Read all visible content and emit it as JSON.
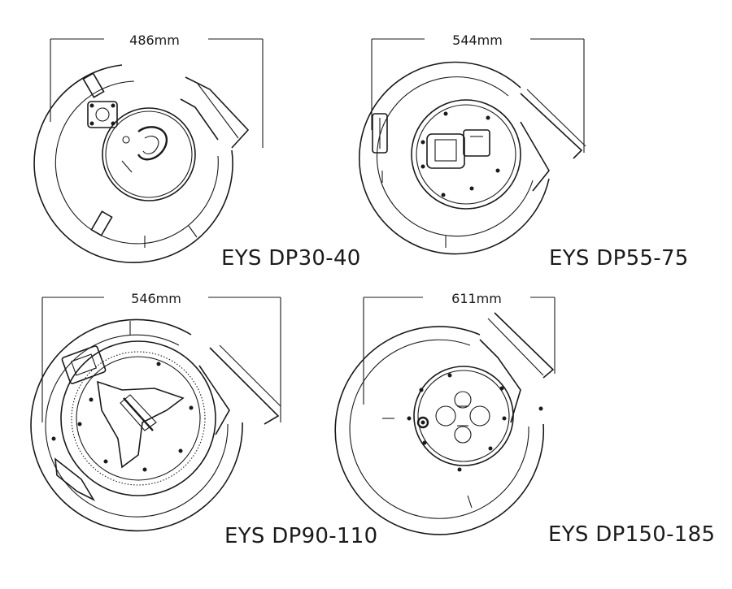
{
  "units": [
    {
      "dimension": "486mm",
      "model": "EYS DP30-40"
    },
    {
      "dimension": "544mm",
      "model": "EYS DP55-75"
    },
    {
      "dimension": "546mm",
      "model": "EYS DP90-110"
    },
    {
      "dimension": "611mm",
      "model": "EYS DP150-185"
    }
  ]
}
